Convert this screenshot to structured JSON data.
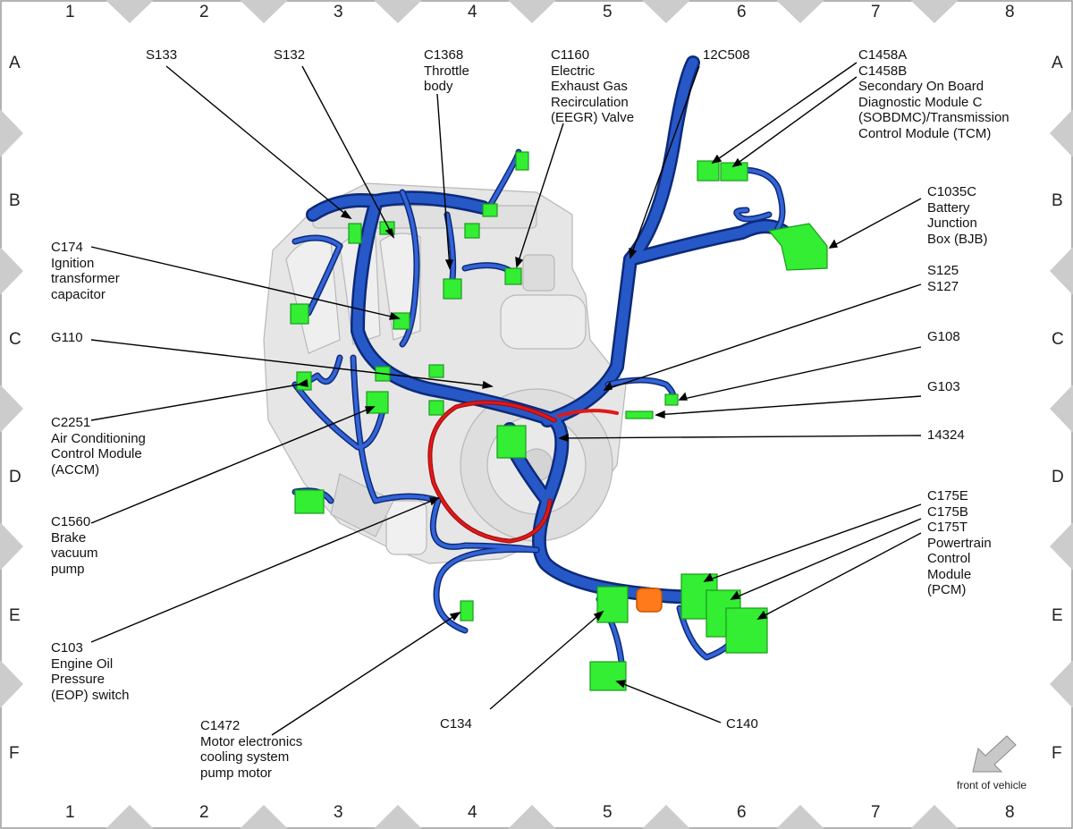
{
  "grid": {
    "columns": [
      "1",
      "2",
      "3",
      "4",
      "5",
      "6",
      "7",
      "8"
    ],
    "rows": [
      "A",
      "B",
      "C",
      "D",
      "E",
      "F"
    ]
  },
  "callouts": {
    "s133": [
      "S133"
    ],
    "s132": [
      "S132"
    ],
    "c1368": [
      "C1368",
      "Throttle",
      "body"
    ],
    "c1160": [
      "C1160",
      "Electric",
      "Exhaust Gas",
      "Recirculation",
      "(EEGR) Valve"
    ],
    "c12c508": [
      "12C508"
    ],
    "c1458": [
      "C1458A",
      "C1458B",
      "Secondary On Board",
      "Diagnostic Module C",
      "(SOBDMC)/Transmission",
      "Control Module (TCM)"
    ],
    "c1035c": [
      "C1035C",
      "Battery",
      "Junction",
      "Box (BJB)"
    ],
    "c174": [
      "C174",
      "Ignition",
      "transformer",
      "capacitor"
    ],
    "s125": [
      "S125",
      "S127"
    ],
    "g110": [
      "G110"
    ],
    "g108": [
      "G108"
    ],
    "g103": [
      "G103"
    ],
    "c2251": [
      "C2251",
      "Air Conditioning",
      "Control Module",
      "(ACCM)"
    ],
    "c14324": [
      "14324"
    ],
    "c1560": [
      "C1560",
      "Brake",
      "vacuum",
      "pump"
    ],
    "c175": [
      "C175E",
      "C175B",
      "C175T",
      "Powertrain",
      "Control",
      "Module",
      "(PCM)"
    ],
    "c103": [
      "C103",
      "Engine Oil",
      "Pressure",
      "(EOP) switch"
    ],
    "c1472": [
      "C1472",
      "Motor electronics",
      "cooling system",
      "pump motor"
    ],
    "c134": [
      "C134"
    ],
    "c140": [
      "C140"
    ]
  },
  "orientation": {
    "label": "front of vehicle",
    "icon": "arrow-down-left-icon"
  },
  "colors": {
    "harness_blue": "#1f4fb8",
    "harness_outline": "#0c2a78",
    "connector_green": "#33ee33",
    "wire_red": "#e01818",
    "grommet_orange": "#ff7a1a",
    "engine_gray": "#e4e4e4",
    "border_marker": "#cccccc"
  }
}
